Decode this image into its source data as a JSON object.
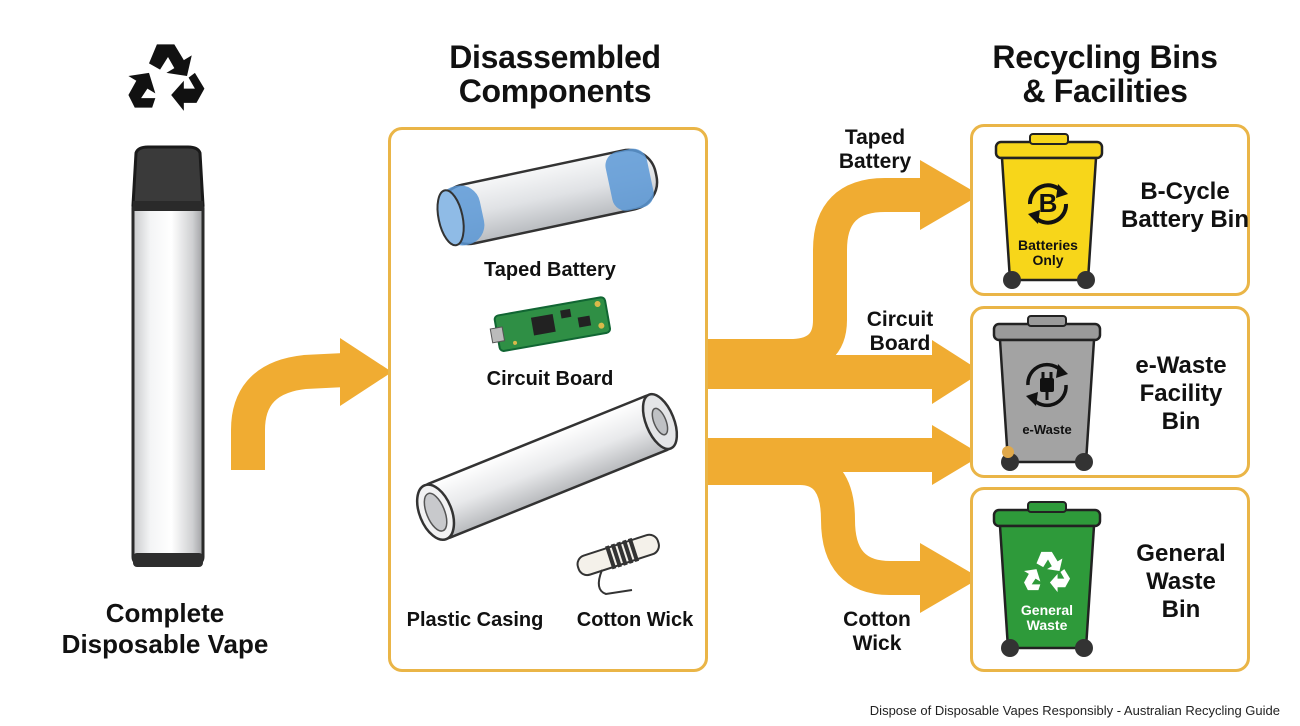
{
  "header": {
    "components_title_l1": "Disassembled",
    "components_title_l2": "Components",
    "bins_title_l1": "Recycling Bins",
    "bins_title_l2": "& Facilities"
  },
  "vape": {
    "label_l1": "Complete",
    "label_l2": "Disposable Vape"
  },
  "components": {
    "battery": "Taped Battery",
    "circuit": "Circuit Board",
    "casing": "Plastic Casing",
    "wick": "Cotton Wick"
  },
  "arrows": {
    "battery_l1": "Taped",
    "battery_l2": "Battery",
    "circuit_l1": "Circuit",
    "circuit_l2": "Board",
    "wick_l1": "Cotton",
    "wick_l2": "Wick"
  },
  "bins": {
    "battery": {
      "name_l1": "B-Cycle",
      "name_l2": "Battery Bin",
      "sticker_letter": "B",
      "sticker_l1": "Batteries",
      "sticker_l2": "Only",
      "color": "#f7d61a"
    },
    "ewaste": {
      "name_l1": "e-Waste",
      "name_l2": "Facility",
      "name_l3": "Bin",
      "sticker": "e-Waste",
      "color": "#9a9a9a"
    },
    "general": {
      "name_l1": "General",
      "name_l2": "Waste",
      "name_l3": "Bin",
      "sticker_l1": "General",
      "sticker_l2": "Waste",
      "color": "#2e9a3a"
    }
  },
  "footer": {
    "caption": "Dispose of Disposable Vapes Responsibly - Australian Recycling Guide"
  },
  "colors": {
    "accent": "#f0ac32",
    "panel_border": "#eab547"
  }
}
